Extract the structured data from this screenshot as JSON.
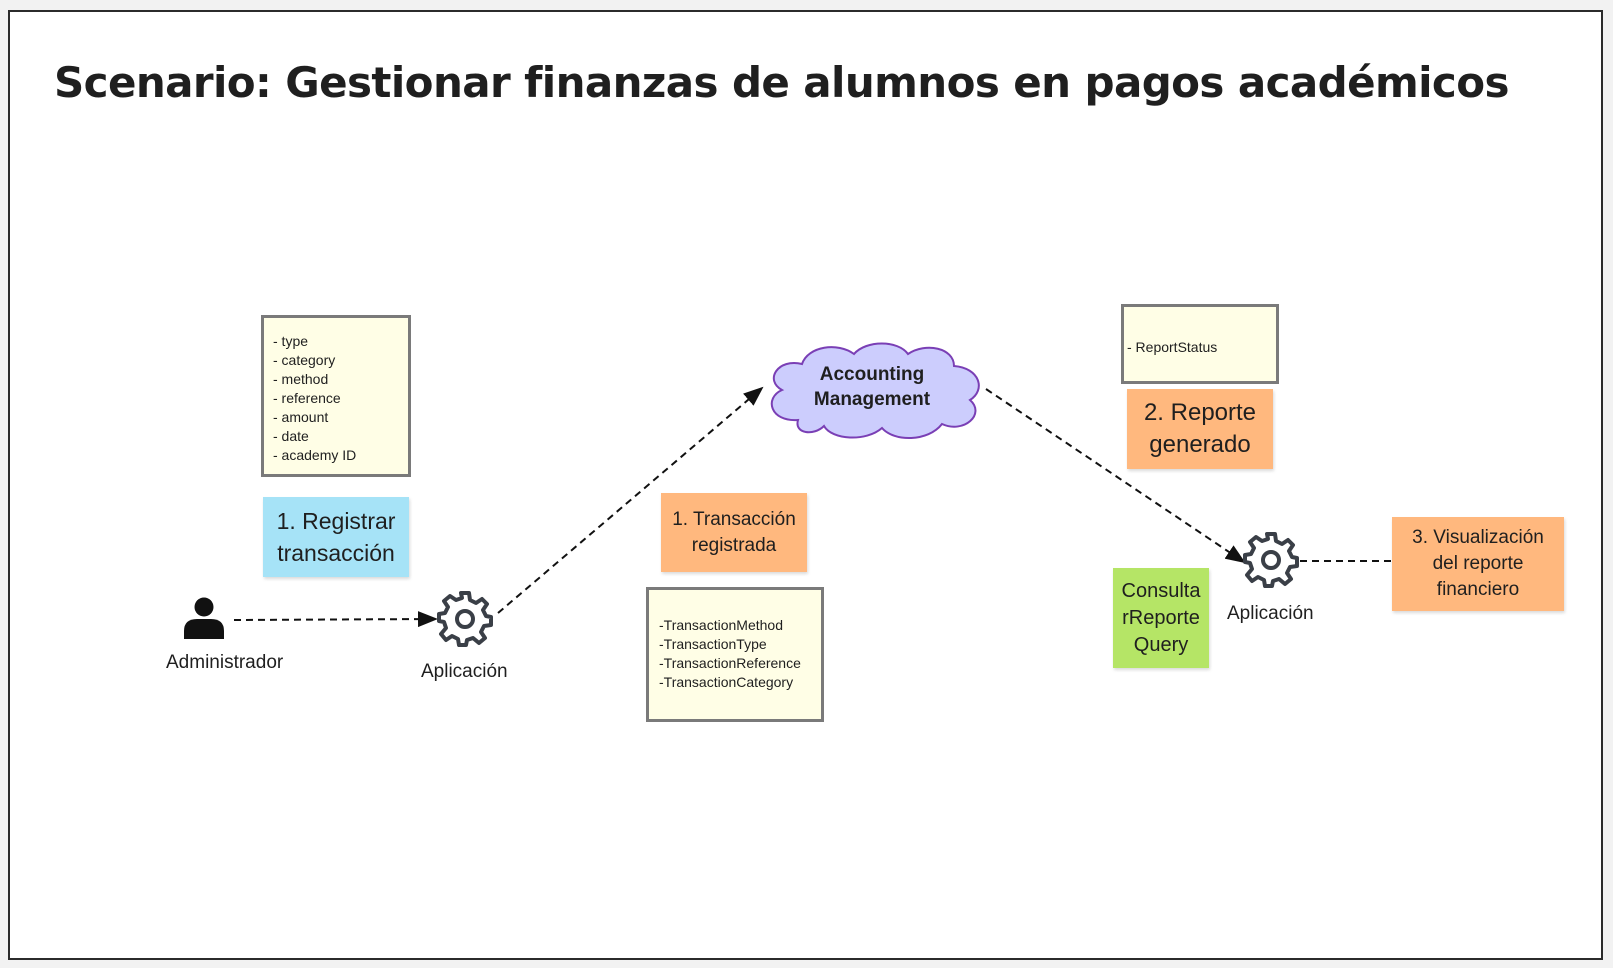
{
  "title": "Scenario: Gestionar finanzas de alumnos en pagos académicos",
  "actor": {
    "label": "Administrador",
    "icon": "person-icon"
  },
  "app_nodes": [
    {
      "label": "Aplicación",
      "icon": "gear-icon"
    },
    {
      "label": "Aplicación",
      "icon": "gear-icon"
    }
  ],
  "command_note": {
    "text": "1. Registrar transacción",
    "color": "#a6e3f7"
  },
  "command_fields": [
    "- type",
    "- category",
    "- method",
    "- reference",
    "- amount",
    "- date",
    "- academy ID"
  ],
  "system": {
    "line1": "Accounting",
    "line2": "Management",
    "color": "#cccdfd",
    "border": "#7a3fb5"
  },
  "event1_note": {
    "text": "1. Transacción registrada",
    "color": "#ffb87e"
  },
  "event1_fields": [
    "-TransactionMethod",
    "-TransactionType",
    "-TransactionReference",
    "-TransactionCategory"
  ],
  "event2_fields": [
    "- ReportStatus"
  ],
  "event2_note": {
    "text": "2. Reporte generado",
    "color": "#ffb87e"
  },
  "query_note": {
    "text": "ConsultarReporteQuery",
    "color": "#b5e566"
  },
  "view_note": {
    "text": "3. Visualización del reporte financiero",
    "color": "#ffb87e"
  }
}
